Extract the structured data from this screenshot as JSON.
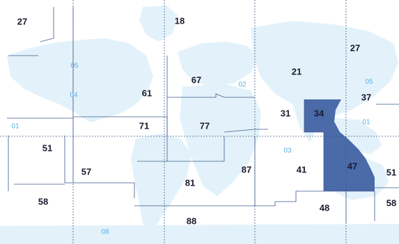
{
  "colors": {
    "ocean": "#ffffff",
    "land": "#e3f2fa",
    "boundary": "#3c5a8a",
    "highlight": "#4a6aa8",
    "zone_text": "#5ab0e6",
    "area_text": "#1b1b2f"
  },
  "areas": [
    {
      "code": "27",
      "highlighted": false
    },
    {
      "code": "18",
      "highlighted": false
    },
    {
      "code": "27",
      "highlighted": false
    },
    {
      "code": "21",
      "highlighted": false
    },
    {
      "code": "67",
      "highlighted": false
    },
    {
      "code": "61",
      "highlighted": false
    },
    {
      "code": "37",
      "highlighted": false
    },
    {
      "code": "31",
      "highlighted": false
    },
    {
      "code": "34",
      "highlighted": true
    },
    {
      "code": "71",
      "highlighted": false
    },
    {
      "code": "77",
      "highlighted": false
    },
    {
      "code": "51",
      "highlighted": false
    },
    {
      "code": "57",
      "highlighted": false
    },
    {
      "code": "87",
      "highlighted": false
    },
    {
      "code": "41",
      "highlighted": false
    },
    {
      "code": "47",
      "highlighted": true
    },
    {
      "code": "51",
      "highlighted": false
    },
    {
      "code": "81",
      "highlighted": false
    },
    {
      "code": "58",
      "highlighted": false
    },
    {
      "code": "48",
      "highlighted": false
    },
    {
      "code": "58",
      "highlighted": false
    },
    {
      "code": "88",
      "highlighted": false
    }
  ],
  "zones": [
    {
      "code": "05"
    },
    {
      "code": "04"
    },
    {
      "code": "01"
    },
    {
      "code": "02"
    },
    {
      "code": "05"
    },
    {
      "code": "01"
    },
    {
      "code": "03"
    },
    {
      "code": "08"
    }
  ]
}
